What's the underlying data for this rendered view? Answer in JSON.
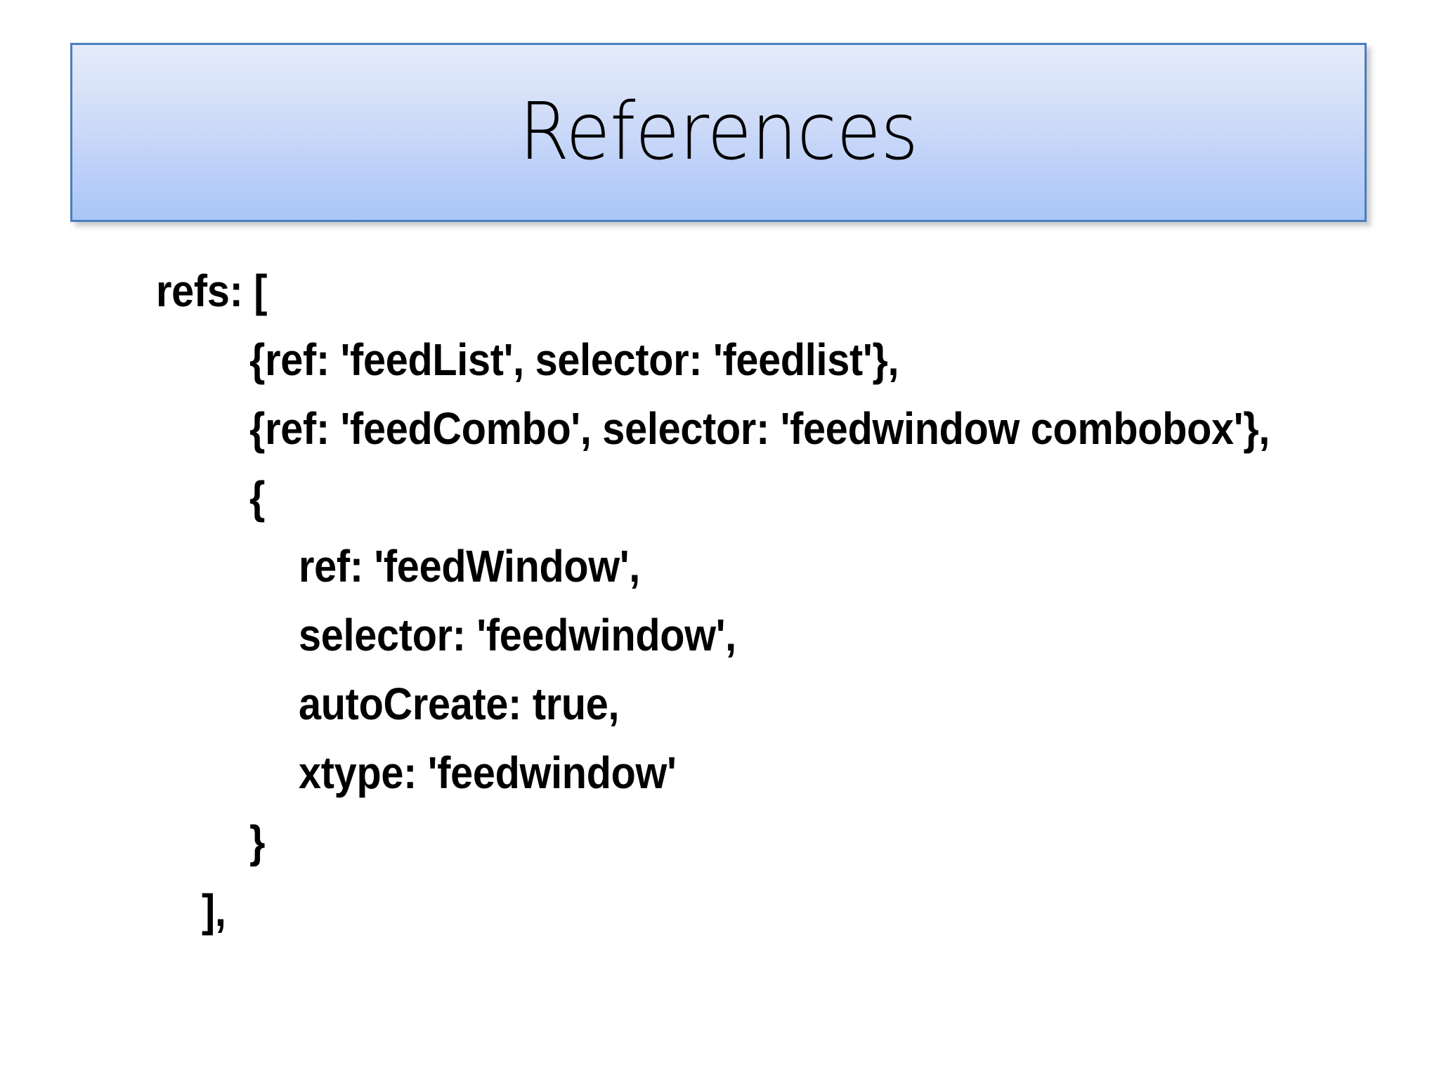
{
  "slide": {
    "background_color": "#ffffff",
    "title": {
      "text": "References",
      "border_color": "#4a7ebb",
      "gradient_top": "#e4ebfa",
      "gradient_bottom": "#a9c6f7",
      "text_color": "#000000"
    },
    "body": {
      "text_color": "#000000",
      "lines": [
        {
          "text": "refs: [",
          "indent": 0
        },
        {
          "text": "{ref: 'feedList', selector: 'feedlist'},",
          "indent": 1
        },
        {
          "text": "{ref: 'feedCombo', selector: 'feedwindow combobox'},",
          "indent": 1
        },
        {
          "text": "{",
          "indent": 1
        },
        {
          "text": "ref: 'feedWindow',",
          "indent": 2
        },
        {
          "text": "selector: 'feedwindow',",
          "indent": 2
        },
        {
          "text": "autoCreate: true,",
          "indent": 2
        },
        {
          "text": "xtype: 'feedwindow'",
          "indent": 2
        },
        {
          "text": "}",
          "indent": 1
        },
        {
          "text": "],",
          "indent": 3
        }
      ]
    }
  }
}
